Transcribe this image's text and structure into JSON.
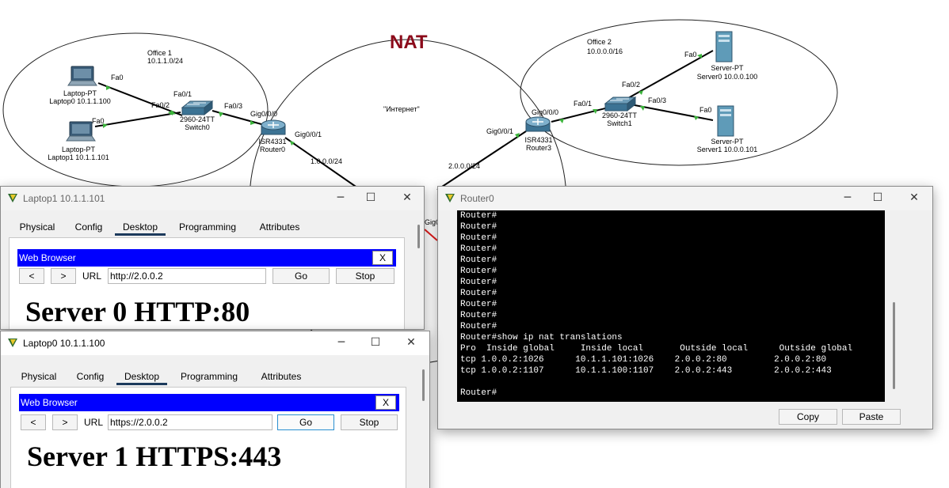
{
  "diagram": {
    "title": "NAT",
    "office1": {
      "name": "Office 1",
      "subnet": "10.1.1.0/24"
    },
    "office2": {
      "name": "Office 2",
      "subnet": "10.0.0.0/16"
    },
    "internet": "\"Интернет\"",
    "laptop0": {
      "model": "Laptop-PT",
      "name": "Laptop0 10.1.1.100",
      "port": "Fa0"
    },
    "laptop1": {
      "model": "Laptop-PT",
      "name": "Laptop1 10.1.1.101",
      "port": "Fa0"
    },
    "switch0": {
      "model": "2960-24TT",
      "name": "Switch0",
      "p1": "Fa0/1",
      "p2": "Fa0/2",
      "p3": "Fa0/3"
    },
    "router0": {
      "model": "ISR4331",
      "name": "Router0",
      "g0": "Gig0/0/0",
      "g1": "Gig0/0/1",
      "g1b": "Gig0/0"
    },
    "router3": {
      "model": "ISR4331",
      "name": "Router3",
      "g0": "Gig0/0/0",
      "g1": "Gig0/0/1"
    },
    "switch1": {
      "model": "2960-24TT",
      "name": "Switch1",
      "p1": "Fa0/1",
      "p2": "Fa0/2",
      "p3": "Fa0/3"
    },
    "server0": {
      "model": "Server-PT",
      "name": "Server0 10.0.0.100",
      "port": "Fa0"
    },
    "server1": {
      "model": "Server-PT",
      "name": "Server1 10.0.0.101",
      "port": "Fa0"
    },
    "net_left": "1.0.0.0/24",
    "net_right": "2.0.0.0/24"
  },
  "laptop1_window": {
    "title": "Laptop1 10.1.1.101",
    "tabs": [
      "Physical",
      "Config",
      "Desktop",
      "Programming",
      "Attributes"
    ],
    "selected_tab": "Desktop",
    "browser_title": "Web Browser",
    "close_x": "X",
    "back": "<",
    "forward": ">",
    "url_label": "URL",
    "url_value": "http://2.0.0.2",
    "go": "Go",
    "stop": "Stop",
    "page_heading": "Server 0 HTTP:80"
  },
  "laptop0_window": {
    "title": "Laptop0 10.1.1.100",
    "tabs": [
      "Physical",
      "Config",
      "Desktop",
      "Programming",
      "Attributes"
    ],
    "selected_tab": "Desktop",
    "browser_title": "Web Browser",
    "close_x": "X",
    "back": "<",
    "forward": ">",
    "url_label": "URL",
    "url_value": "https://2.0.0.2",
    "go": "Go",
    "stop": "Stop",
    "page_heading": "Server 1 HTTPS:443"
  },
  "router0_window": {
    "title": "Router0",
    "terminal_lines": [
      "Router#",
      "Router#",
      "Router#",
      "Router#",
      "Router#",
      "Router#",
      "Router#",
      "Router#",
      "Router#",
      "Router#",
      "Router#",
      "Router#show ip nat translations",
      "Pro  Inside global     Inside local       Outside local      Outside global",
      "tcp 1.0.0.2:1026      10.1.1.101:1026    2.0.0.2:80         2.0.0.2:80",
      "tcp 1.0.0.2:1107      10.1.1.100:1107    2.0.0.2:443        2.0.0.2:443",
      "",
      "Router#"
    ],
    "copy": "Copy",
    "paste": "Paste"
  },
  "colors": {
    "title_red": "#8b0a1a",
    "browser_bar": "#0000ff",
    "link_green": "#3cb43c",
    "terminal_bg": "#000000"
  }
}
